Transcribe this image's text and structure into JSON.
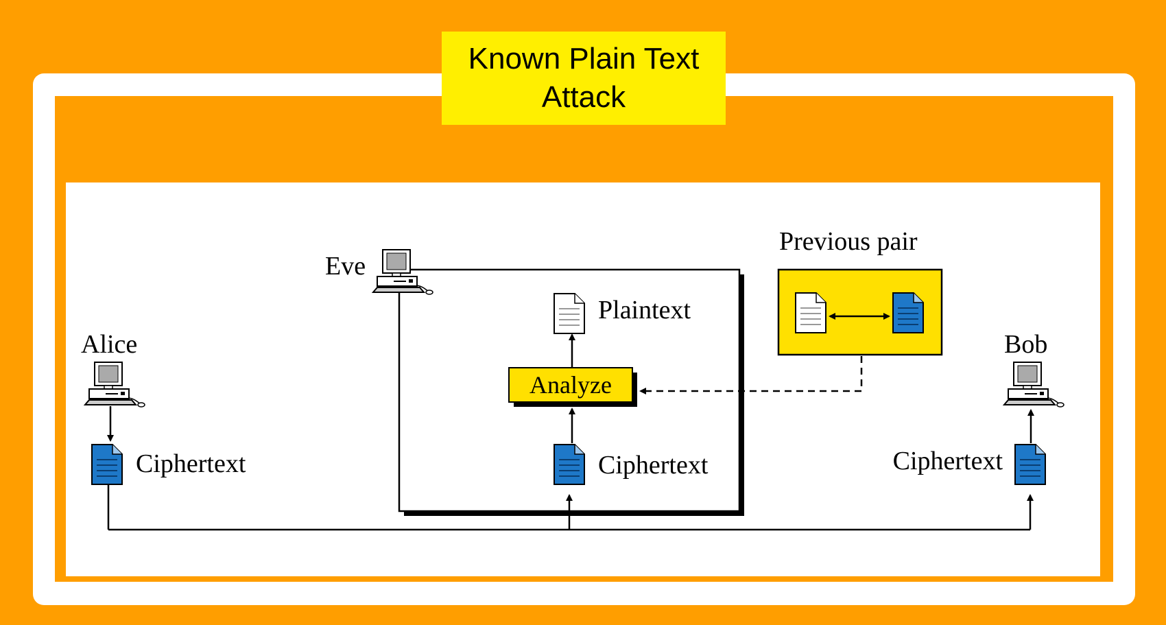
{
  "title": {
    "line1": "Known Plain Text",
    "line2": "Attack"
  },
  "colors": {
    "background": "#FF9E00",
    "title_box": "#FFEF00",
    "highlight": "#FFE000",
    "ciphertext_doc": "#1E78C8"
  },
  "nodes": {
    "alice": "Alice",
    "bob": "Bob",
    "eve": "Eve",
    "previous_pair": "Previous pair",
    "analyze": "Analyze",
    "plaintext": "Plaintext",
    "ciphertext_alice": "Ciphertext",
    "ciphertext_eve": "Ciphertext",
    "ciphertext_bob": "Ciphertext"
  },
  "icons": [
    "computer-icon",
    "plaintext-document-icon",
    "ciphertext-document-icon"
  ]
}
